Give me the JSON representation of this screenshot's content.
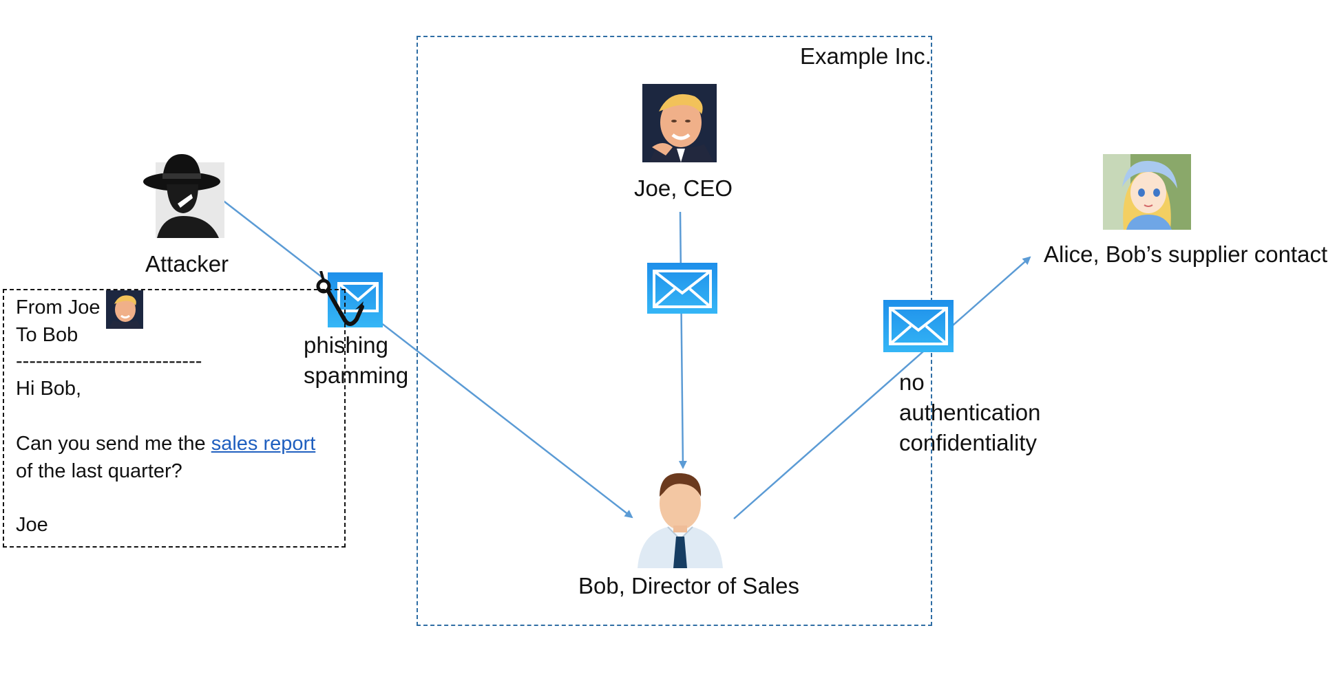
{
  "company": {
    "name": "Example Inc."
  },
  "nodes": {
    "joe": "Joe, CEO",
    "bob": "Bob, Director of Sales",
    "alice": "Alice, Bob’s supplier contact",
    "attacker": "Attacker"
  },
  "annotations": {
    "phishing_line1": "phishing",
    "phishing_line2": "spamming",
    "risk_line1": "no",
    "risk_line2": "authentication",
    "risk_line3": "confidentiality"
  },
  "email": {
    "from": "From Joe",
    "to": "To Bob",
    "separator": "----------------------------",
    "greeting": "Hi Bob,",
    "body_prefix": "Can you send me the ",
    "body_link": "sales report",
    "body_line2": "of the last quarter?",
    "signature": "Joe"
  },
  "colors": {
    "arrow": "#5b9bd5",
    "company_border": "#2e6da4",
    "envelope_top": "#1e8fea",
    "envelope_bottom": "#35b6f6",
    "link": "#1f5fbf"
  },
  "icons": {
    "envelope": "envelope-icon",
    "hook": "fishing-hook-icon",
    "attacker": "hat-silhouette-icon",
    "person": "businessman-icon"
  }
}
